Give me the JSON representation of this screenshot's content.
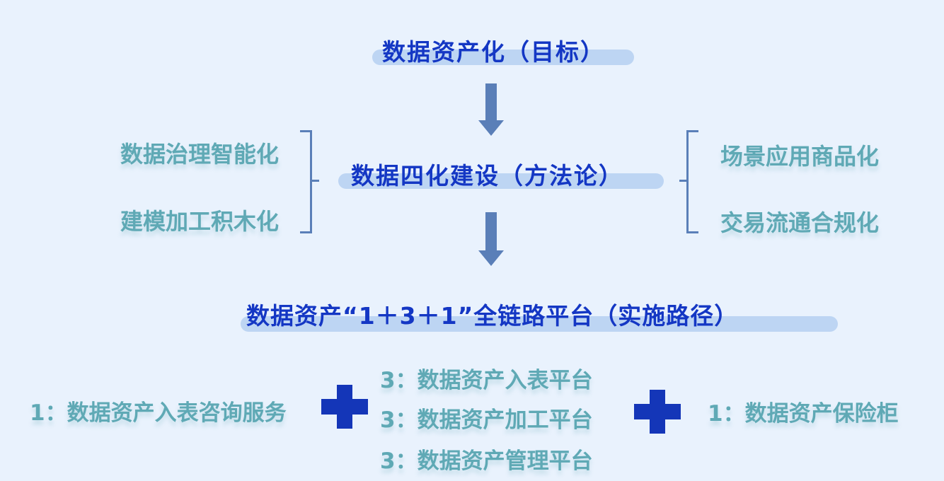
{
  "goal": {
    "text": "数据资产化（目标）"
  },
  "method": {
    "text": "数据四化建设（方法论）"
  },
  "left_items": [
    "数据治理智能化",
    "建模加工积木化"
  ],
  "right_items": [
    "场景应用商品化",
    "交易流通合规化"
  ],
  "path": {
    "text": "数据资产“1＋3＋1”全链路平台（实施路径）"
  },
  "bottom": {
    "left": "1：数据资产入表咨询服务",
    "middle": [
      "3：数据资产入表平台",
      "3：数据资产加工平台",
      "3：数据资产管理平台"
    ],
    "right": "1：数据资产保险柜"
  },
  "colors": {
    "title": "#1437c4",
    "highlight": "#bdd5f3",
    "side_label": "#5fa9b5",
    "arrow": "#5a7fb8",
    "plus": "#1436b8",
    "background": "#e9f2fd"
  },
  "icons": [
    "down-arrow",
    "left-brace",
    "right-brace",
    "plus-icon"
  ]
}
